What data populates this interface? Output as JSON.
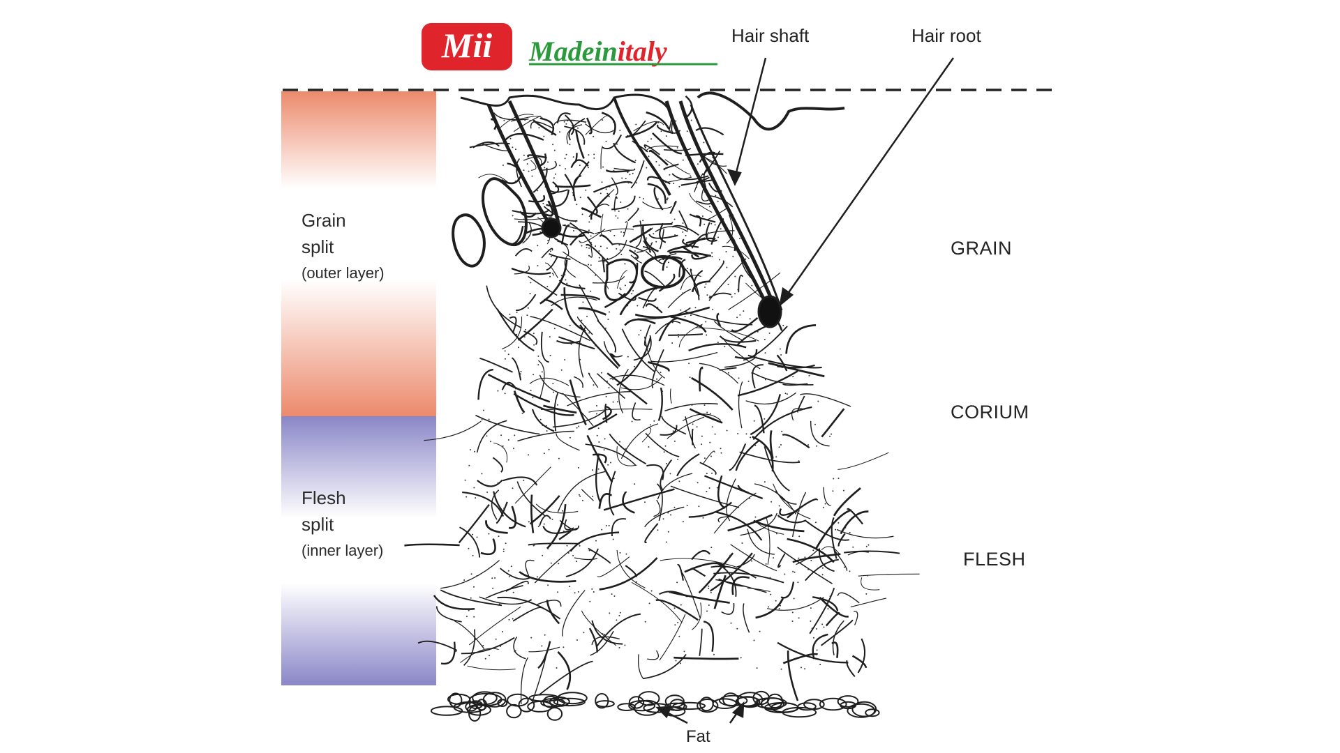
{
  "logo": {
    "badge_text": "Mii",
    "wordmark_part1": "Made",
    "wordmark_part2": "in",
    "wordmark_part3": "italy",
    "colors": {
      "red": "#e0242c",
      "green": "#2a9a3c"
    }
  },
  "callouts": {
    "hair_shaft": "Hair shaft",
    "hair_root": "Hair root",
    "fat": "Fat"
  },
  "splits": {
    "grain": {
      "line1": "Grain",
      "line2": "split",
      "line3": "(outer layer)",
      "color": "#ec8a6c"
    },
    "flesh": {
      "line1": "Flesh",
      "line2": "split",
      "line3": "(inner layer)",
      "color": "#8a86c8"
    }
  },
  "layers": {
    "grain": "GRAIN",
    "corium": "CORIUM",
    "flesh": "FLESH"
  }
}
